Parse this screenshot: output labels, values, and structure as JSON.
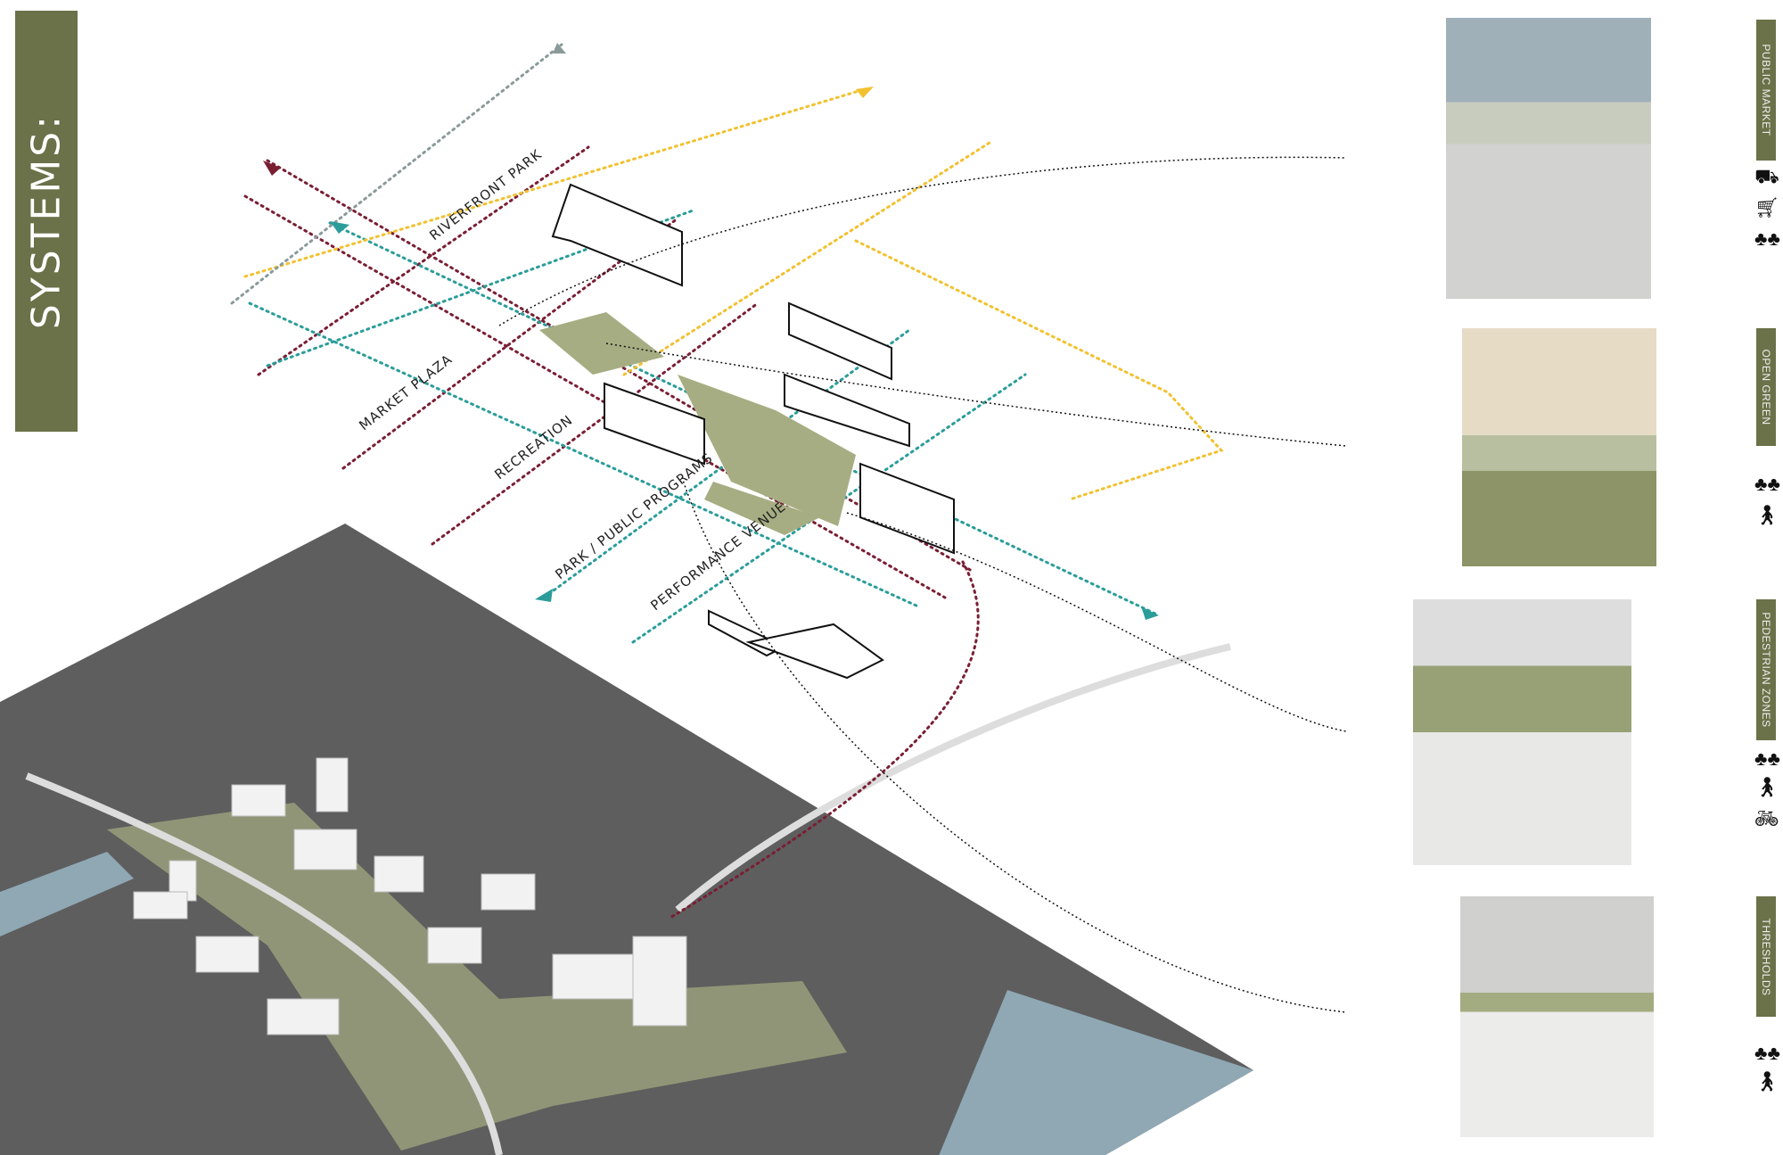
{
  "title": "SYSTEMS:",
  "colors": {
    "olive": "#6b7148",
    "maroon": "#7a1e34",
    "teal": "#2a9d9a",
    "yellow": "#f2c12e",
    "grey": "#8a9a9a",
    "green_space": "#a7ad82",
    "water": "#8fa8b4"
  },
  "diagram_labels": [
    "RIVERFRONT PARK",
    "MARKET PLAZA",
    "RECREATION",
    "PARK / PUBLIC PROGRAMS",
    "PERFORMANCE VENUE"
  ],
  "systems": [
    {
      "label": "PUBLIC MARKET",
      "icons": [
        "vendor-icon",
        "cart-icon",
        "trees-icon"
      ]
    },
    {
      "label": "OPEN GREEN",
      "icons": [
        "trees-icon",
        "pedestrian-icon"
      ]
    },
    {
      "label": "PEDESTRIAN ZONES",
      "icons": [
        "trees-icon",
        "pedestrian-icon",
        "bicycle-icon"
      ]
    },
    {
      "label": "THRESHOLDS",
      "icons": [
        "trees-icon",
        "pedestrian-icon"
      ]
    }
  ]
}
